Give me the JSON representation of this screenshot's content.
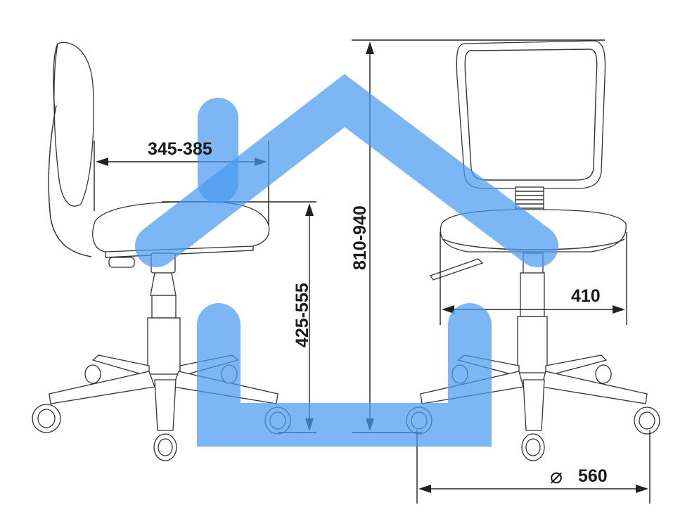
{
  "dimensions": {
    "seat_depth": "345-385",
    "seat_height": "425-555",
    "total_height": "810-940",
    "seat_width": "410",
    "base_diameter_symbol": "⌀",
    "base_diameter": "560"
  },
  "colors": {
    "watermark": "#4a9af0",
    "lines": "#333333",
    "background": "#ffffff"
  },
  "watermark_icon": "house-logo-icon"
}
